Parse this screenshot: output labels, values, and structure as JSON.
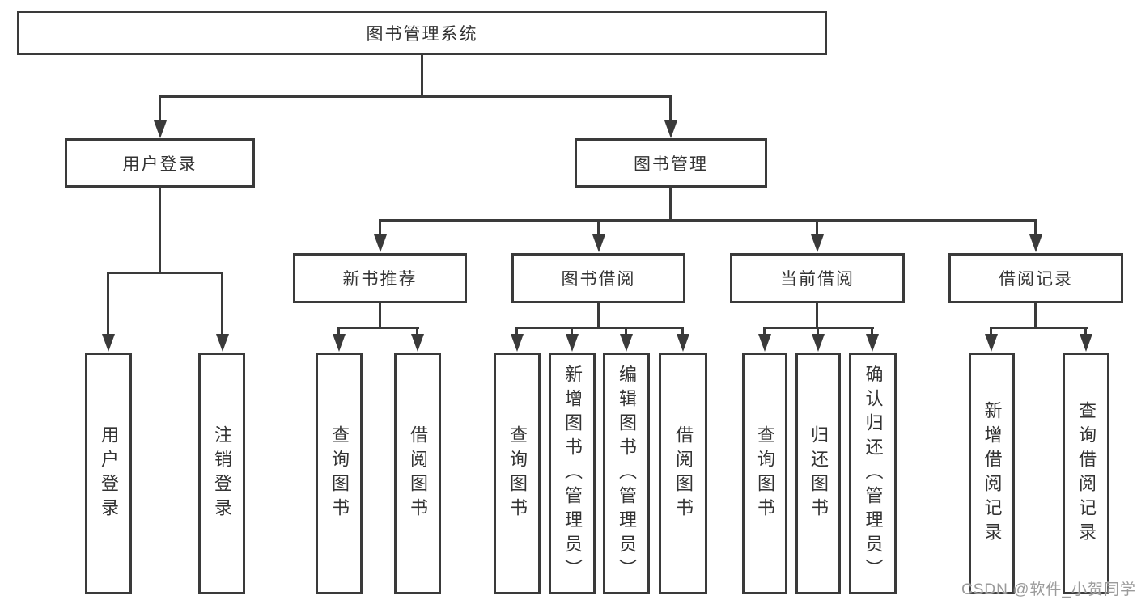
{
  "colors": {
    "line": "#3a3a3a",
    "text": "#333333",
    "watermark": "#9b9b9b",
    "background": "#ffffff"
  },
  "tree": {
    "root": {
      "label": "图书管理系统"
    },
    "branches": [
      {
        "label": "用户登录",
        "children": [
          {
            "label": "用户登录"
          },
          {
            "label": "注销登录"
          }
        ]
      },
      {
        "label": "图书管理",
        "children": [
          {
            "label": "新书推荐",
            "children": [
              {
                "label": "查询图书"
              },
              {
                "label": "借阅图书"
              }
            ]
          },
          {
            "label": "图书借阅",
            "children": [
              {
                "label": "查询图书"
              },
              {
                "label": "新增图书（管理员）"
              },
              {
                "label": "编辑图书（管理员）"
              },
              {
                "label": "借阅图书"
              }
            ]
          },
          {
            "label": "当前借阅",
            "children": [
              {
                "label": "查询图书"
              },
              {
                "label": "归还图书"
              },
              {
                "label": "确认归还（管理员）"
              }
            ]
          },
          {
            "label": "借阅记录",
            "children": [
              {
                "label": "新增借阅记录"
              },
              {
                "label": "查询借阅记录"
              }
            ]
          }
        ]
      }
    ]
  },
  "watermark": {
    "text": "CSDN @软件_小贺同学"
  }
}
